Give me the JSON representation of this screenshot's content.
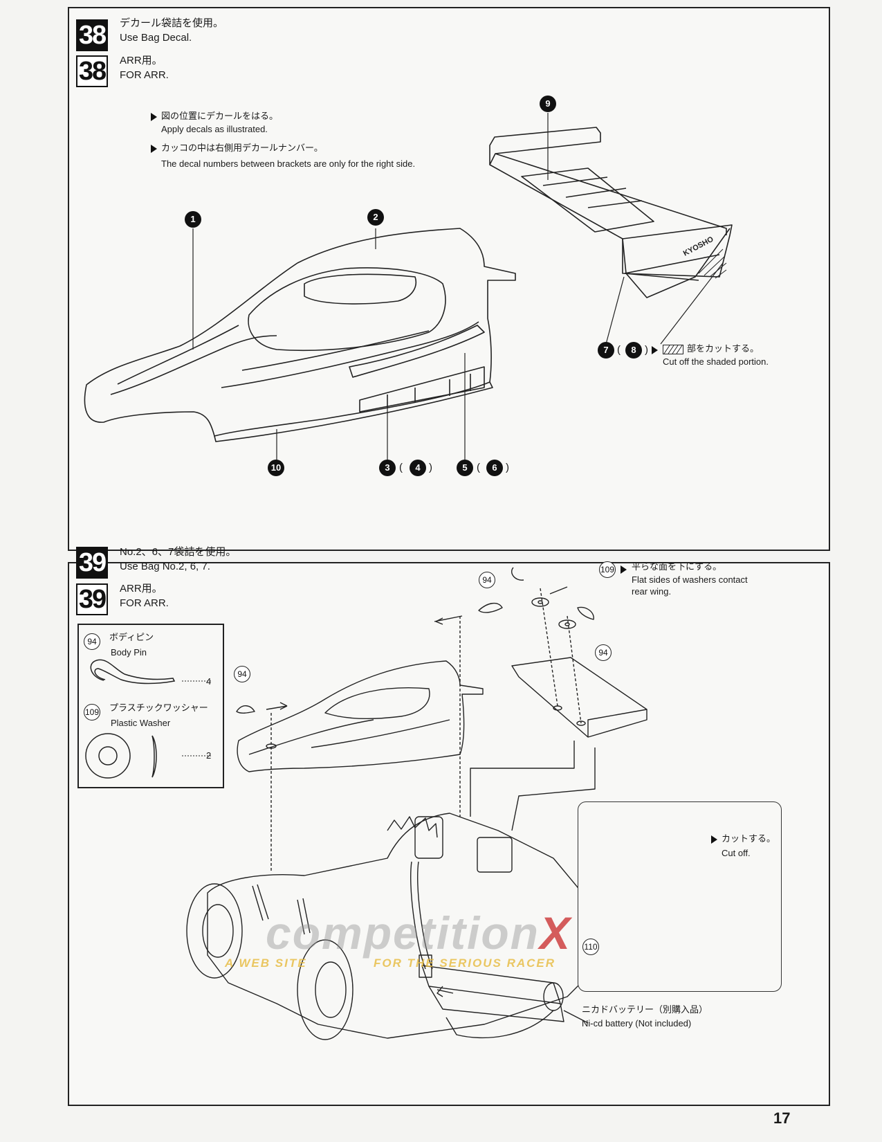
{
  "step38": {
    "number": "38",
    "line1_jp": "デカール袋詰を使用。",
    "line1_en": "Use Bag Decal.",
    "arr_number": "38",
    "arr_jp": "ARR用。",
    "arr_en": "FOR ARR.",
    "note1_jp": "図の位置にデカールをはる。",
    "note1_en": "Apply decals as illustrated.",
    "note2_jp": "カッコの中は右側用デカールナンバー。",
    "note2_en": "The decal numbers  between brackets are only for the right side.",
    "cut_jp": "部をカットする。",
    "cut_en": "Cut off the shaded portion.",
    "callouts": [
      "1",
      "2",
      "3",
      "4",
      "5",
      "6",
      "7",
      "8",
      "9",
      "10"
    ],
    "wing_brand": "KYOSHO"
  },
  "step39": {
    "number": "39",
    "line1_jp": "No.2、6、7袋詰を使用。",
    "line1_en": "Use Bag No.2, 6, 7.",
    "arr_number": "39",
    "arr_jp": "ARR用。",
    "arr_en": "FOR ARR.",
    "legend": {
      "pin_number": "94",
      "pin_jp": "ボディピン",
      "pin_en": "Body Pin",
      "pin_qty": "4",
      "washer_number": "109",
      "washer_jp": "プラスチックワッシャー",
      "washer_en": "Plastic Washer",
      "washer_qty": "2"
    },
    "washer_note_number": "109",
    "washer_note_jp": "平らな面を下にする。",
    "washer_note_en1": "Flat sides  of washers  contact",
    "washer_note_en2": "rear wing.",
    "part_labels": [
      "94",
      "94",
      "94",
      "110"
    ],
    "inset_cut_jp": "カットする。",
    "inset_cut_en": "Cut off.",
    "battery_jp": "ニカドバッテリー（別購入品）",
    "battery_en": "Ni-cd battery (Not included)"
  },
  "watermark": {
    "main": "competition",
    "x": "X",
    "sub_left": "A WEB SITE",
    "sub_right": "FOR THE SERIOUS RACER"
  },
  "page_number": "17"
}
